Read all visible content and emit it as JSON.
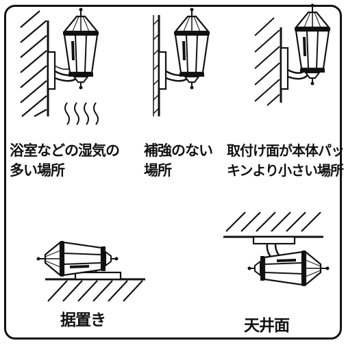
{
  "notes": {
    "humid": "浴室などの湿気の\n多い場所",
    "no_reinforcement": "補強のない\n場所",
    "small_surface": "取付け面が本体パッ\nキンより小さい場所",
    "floor": "据置き",
    "ceiling": "天井面"
  },
  "colors": {
    "ink": "#111111",
    "paper": "#ffffff"
  },
  "icons": [
    "wall-lamp-icon",
    "floor-lamp-icon",
    "ceiling-lamp-icon",
    "steam-icon",
    "hatched-wall-icon"
  ]
}
